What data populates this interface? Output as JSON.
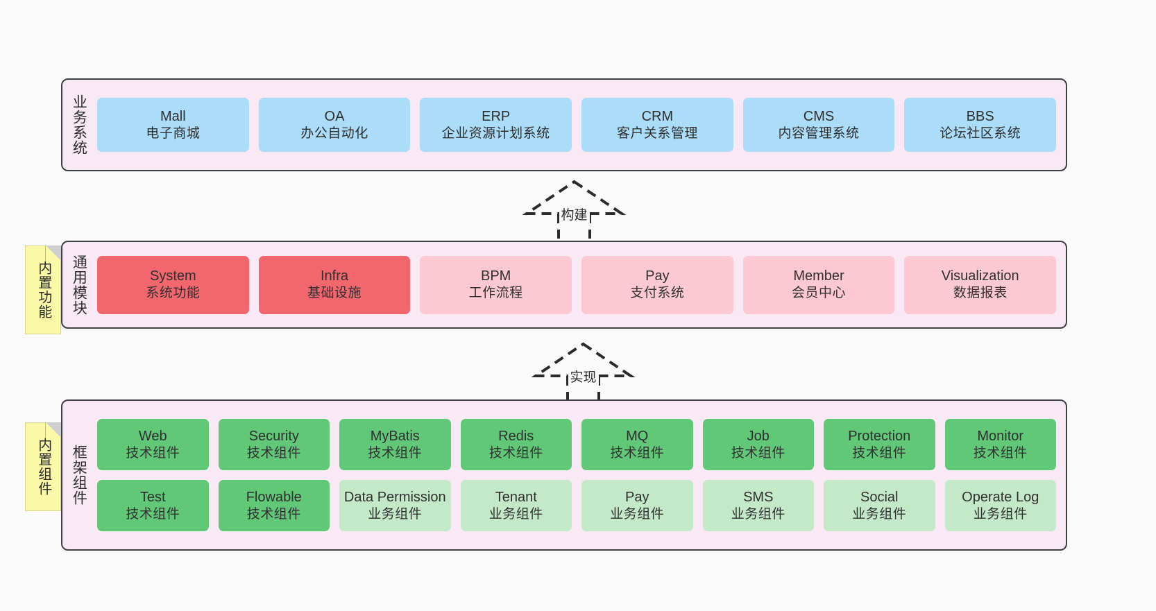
{
  "layers": [
    {
      "id": "business",
      "title": "业务系统",
      "rows": [
        {
          "cards": [
            {
              "en": "Mall",
              "cn": "电子商城",
              "color": "#abdcf8"
            },
            {
              "en": "OA",
              "cn": "办公自动化",
              "color": "#abdcf8"
            },
            {
              "en": "ERP",
              "cn": "企业资源计划系统",
              "color": "#abdcf8"
            },
            {
              "en": "CRM",
              "cn": "客户关系管理",
              "color": "#abdcf8"
            },
            {
              "en": "CMS",
              "cn": "内容管理系统",
              "color": "#abdcf8"
            },
            {
              "en": "BBS",
              "cn": "论坛社区系统",
              "color": "#abdcf8"
            }
          ]
        }
      ]
    },
    {
      "id": "module",
      "title": "通用模块",
      "sticky": "内置功能",
      "rows": [
        {
          "cards": [
            {
              "en": "System",
              "cn": "系统功能",
              "color": "#f2666e"
            },
            {
              "en": "Infra",
              "cn": "基础设施",
              "color": "#f2666e"
            },
            {
              "en": "BPM",
              "cn": "工作流程",
              "color": "#fcc8d2"
            },
            {
              "en": "Pay",
              "cn": "支付系统",
              "color": "#fcc8d2"
            },
            {
              "en": "Member",
              "cn": "会员中心",
              "color": "#fcc8d2"
            },
            {
              "en": "Visualization",
              "cn": "数据报表",
              "color": "#fcc8d2"
            }
          ]
        }
      ]
    },
    {
      "id": "framework",
      "title": "框架组件",
      "sticky": "内置组件",
      "rows": [
        {
          "cards": [
            {
              "en": "Web",
              "cn": "技术组件",
              "color": "#61c878"
            },
            {
              "en": "Security",
              "cn": "技术组件",
              "color": "#61c878"
            },
            {
              "en": "MyBatis",
              "cn": "技术组件",
              "color": "#61c878"
            },
            {
              "en": "Redis",
              "cn": "技术组件",
              "color": "#61c878"
            },
            {
              "en": "MQ",
              "cn": "技术组件",
              "color": "#61c878"
            },
            {
              "en": "Job",
              "cn": "技术组件",
              "color": "#61c878"
            },
            {
              "en": "Protection",
              "cn": "技术组件",
              "color": "#61c878"
            },
            {
              "en": "Monitor",
              "cn": "技术组件",
              "color": "#61c878"
            }
          ]
        },
        {
          "cards": [
            {
              "en": "Test",
              "cn": "技术组件",
              "color": "#61c878"
            },
            {
              "en": "Flowable",
              "cn": "技术组件",
              "color": "#61c878"
            },
            {
              "en": "Data Permission",
              "cn": "业务组件",
              "color": "#c3e9c9"
            },
            {
              "en": "Tenant",
              "cn": "业务组件",
              "color": "#c3e9c9"
            },
            {
              "en": "Pay",
              "cn": "业务组件",
              "color": "#c3e9c9"
            },
            {
              "en": "SMS",
              "cn": "业务组件",
              "color": "#c3e9c9"
            },
            {
              "en": "Social",
              "cn": "业务组件",
              "color": "#c3e9c9"
            },
            {
              "en": "Operate Log",
              "cn": "业务组件",
              "color": "#c3e9c9"
            }
          ]
        }
      ]
    }
  ],
  "connectors": [
    {
      "id": "build",
      "label": "构建"
    },
    {
      "id": "implement",
      "label": "实现"
    }
  ],
  "colors": {
    "band_fill": "#f8e9f4",
    "band_stroke": "#3f3f46",
    "sticky_fill": "#fbf8a8",
    "sticky_fold": "#cfcfcf",
    "business": "#abdcf8",
    "module_core": "#f2666e",
    "module_opt": "#fcc8d2",
    "tech_component": "#61c878",
    "biz_component": "#c3e9c9",
    "canvas": "#fafafa"
  }
}
